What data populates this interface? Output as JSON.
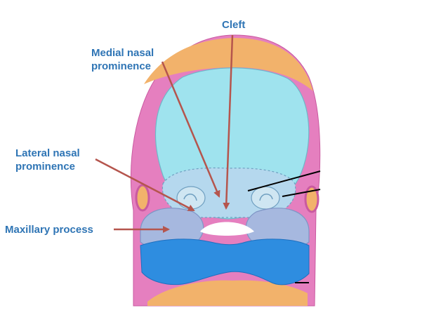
{
  "labels": {
    "cleft": "Cleft",
    "medial_line1": "Medial nasal",
    "medial_line2": "prominence",
    "lateral_line1": "Lateral nasal",
    "lateral_line2": "prominence",
    "maxillary": "Maxillary process"
  },
  "colors": {
    "arrow": "#b5554d",
    "label_text": "#2f75b5",
    "orange_cap": "#f2b26b",
    "pink_tissue": "#e57fbf",
    "frontonasal": "#9fe3ee",
    "nasal_region": "#b5d8ee",
    "maxillary": "#a6b8df",
    "mandibular": "#2e8de0"
  }
}
